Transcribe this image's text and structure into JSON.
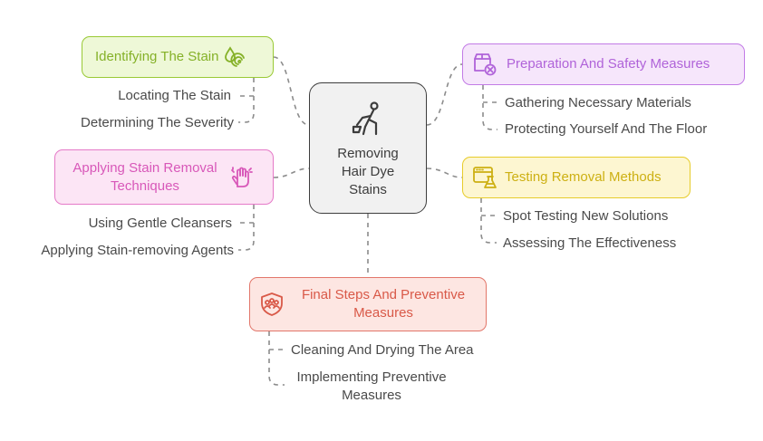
{
  "center": {
    "title": "Removing\nHair Dye\nStains",
    "icon": "person-vacuuming-icon"
  },
  "branches": {
    "identifying": {
      "title": "Identifying The Stain",
      "icon": "water-drop-fingerprint-icon",
      "color": "#85b128",
      "items": [
        "Locating The Stain",
        "Determining The Severity"
      ]
    },
    "preparation": {
      "title": "Preparation And Safety Measures",
      "icon": "package-cancel-icon",
      "color": "#b063d9",
      "items": [
        "Gathering Necessary Materials",
        "Protecting Yourself And The Floor"
      ]
    },
    "applying": {
      "title": "Applying Stain Removal\nTechniques",
      "icon": "hand-sparkle-icon",
      "color": "#d858b9",
      "items": [
        "Using Gentle Cleansers",
        "Applying Stain-removing Agents"
      ]
    },
    "testing": {
      "title": "Testing Removal Methods",
      "icon": "browser-flask-icon",
      "color": "#cdb013",
      "items": [
        "Spot Testing New Solutions",
        "Assessing The Effectiveness"
      ]
    },
    "final": {
      "title": "Final Steps And Preventive\nMeasures",
      "icon": "group-shield-icon",
      "color": "#d95948",
      "items": [
        "Cleaning And Drying The Area",
        "Implementing Preventive\nMeasures"
      ]
    }
  }
}
